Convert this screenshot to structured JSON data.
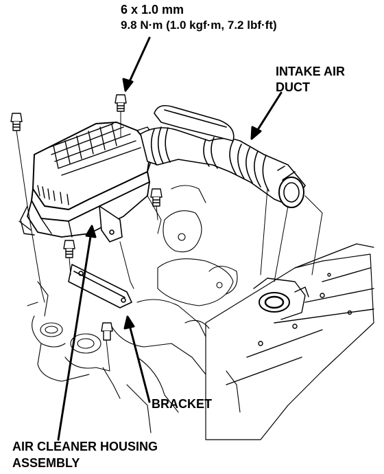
{
  "labels": {
    "bolt_size": "6 x 1.0 mm",
    "torque": "9.8 N·m (1.0 kgf·m, 7.2 lbf·ft)",
    "duct_line1": "INTAKE AIR",
    "duct_line2": "DUCT",
    "bracket": "BRACKET",
    "housing_line1": "AIR CLEANER HOUSING",
    "housing_line2": "ASSEMBLY"
  },
  "colors": {
    "ink": "#000000",
    "paper": "#ffffff"
  }
}
